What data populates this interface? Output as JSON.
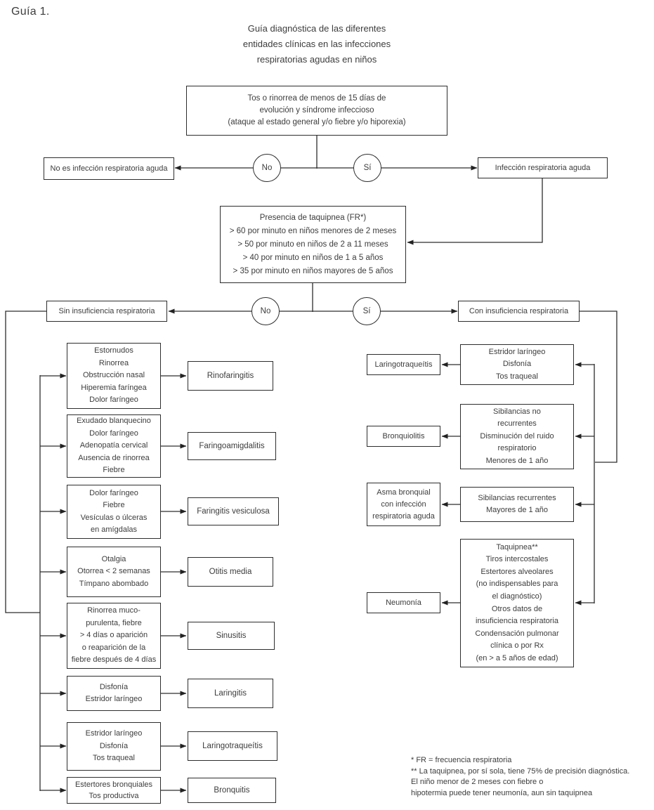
{
  "page": {
    "label": "Guía 1.",
    "title": "Guía diagnóstica de las diferentes\nentidades clínicas en las infecciones\nrespiratorias agudas en niños"
  },
  "flow": {
    "start": "Tos o rinorrea de menos de 15 días de\nevolución y síndrome infeccioso\n(ataque al estado general y/o fiebre y/o hiporexia)",
    "decision1": {
      "no": "No",
      "si": "Sí"
    },
    "not_ira": "No es infección respiratoria aguda",
    "ira": "Infección respiratoria aguda",
    "taquipnea": "Presencia de taquipnea (FR*)\n> 60 por minuto en niños menores de 2 meses\n> 50 por minuto en niños de 2 a 11 meses\n> 40 por minuto en niños de 1 a 5 años\n> 35 por minuto en niños mayores de 5 años",
    "decision2": {
      "no": "No",
      "si": "Sí"
    },
    "sin_insuf": "Sin insuficiencia respiratoria",
    "con_insuf": "Con insuficiencia respiratoria"
  },
  "left_branches": [
    {
      "symptoms": "Estornudos\nRinorrea\nObstrucción nasal\nHiperemia faríngea\nDolor faríngeo",
      "diagnosis": "Rinofaringitis"
    },
    {
      "symptoms": "Exudado blanquecino\nDolor faríngeo\nAdenopatía cervical\nAusencia de rinorrea\nFiebre",
      "diagnosis": "Faringoamigdalitis"
    },
    {
      "symptoms": "Dolor faríngeo\nFiebre\nVesículas o úlceras\nen amígdalas",
      "diagnosis": "Faringitis vesiculosa"
    },
    {
      "symptoms": "Otalgia\nOtorrea < 2 semanas\nTímpano abombado",
      "diagnosis": "Otitis media"
    },
    {
      "symptoms": "Rinorrea muco-\npurulenta, fiebre\n> 4 días o aparición\no reaparición de la\nfiebre después de 4 días",
      "diagnosis": "Sinusitis"
    },
    {
      "symptoms": "Disfonía\nEstridor laríngeo",
      "diagnosis": "Laringitis"
    },
    {
      "symptoms": "Estridor laríngeo\nDisfonía\nTos traqueal",
      "diagnosis": "Laringotraqueítis"
    },
    {
      "symptoms": "Estertores bronquiales\nTos productiva",
      "diagnosis": "Bronquitis"
    }
  ],
  "right_branches": [
    {
      "symptoms": "Estridor laríngeo\nDisfonía\nTos traqueal",
      "diagnosis": "Laringotraqueítis"
    },
    {
      "symptoms": "Sibilancias no\nrecurrentes\nDisminución del ruido\nrespiratorio\nMenores de 1 año",
      "diagnosis": "Bronquiolitis"
    },
    {
      "symptoms": "Sibilancias recurrentes\nMayores de 1 año",
      "diagnosis": "Asma bronquial\ncon infección\nrespiratoria aguda"
    },
    {
      "symptoms": "Taquipnea**\nTiros intercostales\nEstertores alveolares\n(no indispensables para\nel diagnóstico)\nOtros datos de\ninsuficiencia respiratoria\nCondensación pulmonar\nclínica o por Rx\n(en > a 5 años de edad)",
      "diagnosis": "Neumonía"
    }
  ],
  "footnotes": "* FR = frecuencia respiratoria\n** La taquipnea, por sí sola, tiene 75% de precisión diagnóstica.\nEl niño menor de 2 meses con fiebre o\nhipotermia puede tener neumonía, aun sin taquipnea"
}
